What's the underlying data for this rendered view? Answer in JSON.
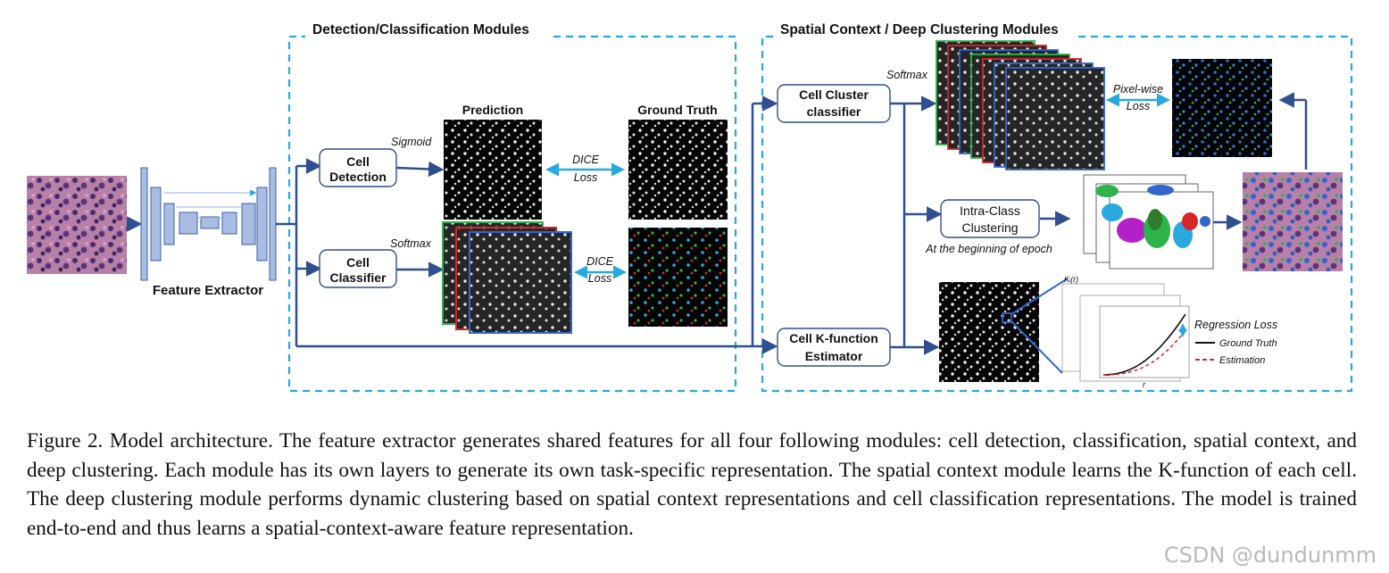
{
  "modules": {
    "detection_title": "Detection/Classification Modules",
    "spatial_title": "Spatial Context / Deep Clustering Modules"
  },
  "feature_extractor": {
    "label": "Feature Extractor"
  },
  "cell_detection": {
    "line1": "Cell",
    "line2": "Detection",
    "activation": "Sigmoid"
  },
  "cell_classifier": {
    "line1": "Cell",
    "line2": "Classifier",
    "activation": "Softmax"
  },
  "prediction_label": "Prediction",
  "ground_truth_label": "Ground Truth",
  "dice_loss": {
    "line1": "DICE",
    "line2": "Loss"
  },
  "cluster_classifier": {
    "line1": "Cell Cluster",
    "line2": "classifier",
    "activation": "Softmax"
  },
  "pixel_loss": {
    "line1": "Pixel-wise",
    "line2": "Loss"
  },
  "intra_class": {
    "line1": "Intra-Class",
    "line2": "Clustering",
    "note": "At the beginning of epoch"
  },
  "kfunction": {
    "line1": "Cell K-function",
    "line2": "Estimator"
  },
  "regression": {
    "title": "Regression Loss",
    "legend_gt": "Ground Truth",
    "legend_est": "Estimation",
    "ylabel": "Kᵢ(r)",
    "xlabel": "r"
  },
  "colors": {
    "dashed_frame": "#29a8e0",
    "arrow": "#2f4f8f",
    "block": "#a9bde3",
    "block_stroke": "#3b5fa8",
    "green": "#2db34a",
    "red": "#d62728",
    "blue": "#3366cc",
    "cyan": "#2aa8e0"
  },
  "caption": "Figure 2. Model architecture. The feature extractor generates shared features for all four following modules: cell detection, classification, spatial context, and deep clustering. Each module has its own layers to generate its own task-specific representation. The spatial context module learns the K-function of each cell. The deep clustering module performs dynamic clustering based on spatial context representations and cell classification representations. The model is trained end-to-end and thus learns a spatial-context-aware feature representation.",
  "watermark": "CSDN @dundunmm"
}
